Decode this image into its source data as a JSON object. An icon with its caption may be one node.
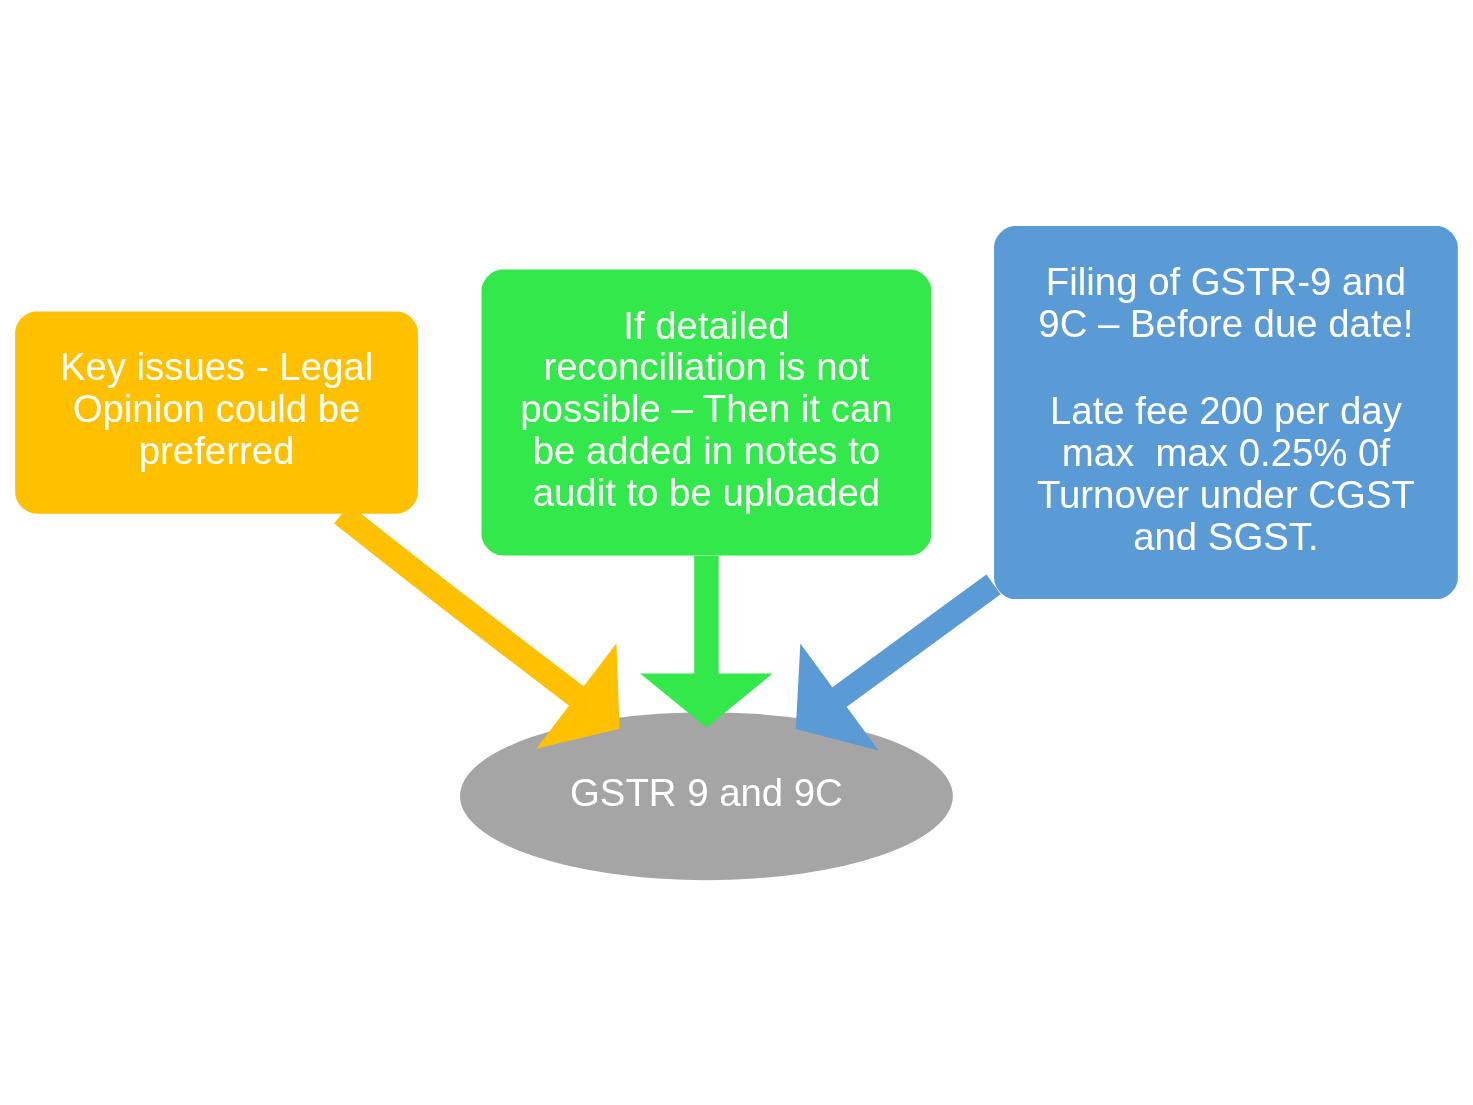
{
  "diagram": {
    "nodes": [
      {
        "text": [
          "Key issues - Legal Opinion could be preferred"
        ]
      },
      {
        "text": [
          "If detailed reconciliation is not possible – Then it can be added in notes to audit to be uploaded"
        ]
      },
      {
        "text": [
          "Filing of GSTR-9 and 9C – Before due date!",
          "Late fee 200 per day max  max 0.25% 0f Turnover under CGST and SGST."
        ]
      },
      {
        "text": [
          "GSTR 9 and 9C"
        ]
      }
    ],
    "edges": [
      {
        "from": 0,
        "to": 3,
        "arrow": "to",
        "color": "#ffc000"
      },
      {
        "from": 1,
        "to": 3,
        "arrow": "to",
        "color": "#33e84a"
      },
      {
        "from": 2,
        "to": 3,
        "arrow": "to",
        "color": "#5b9bd5"
      }
    ]
  }
}
